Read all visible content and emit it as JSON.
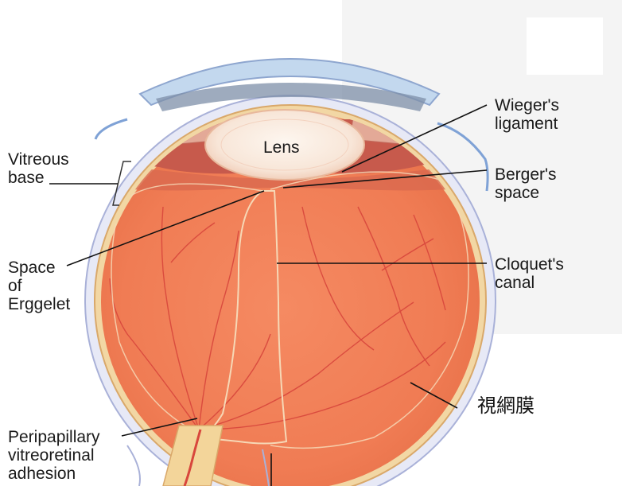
{
  "labels": {
    "vitreous_base": "Vitreous\nbase",
    "lens": "Lens",
    "wiegers_ligament": "Wieger's\nligament",
    "bergers_space": "Berger's\nspace",
    "space_of_erggelet": "Space\nof\nErggelet",
    "cloquets_canal": "Cloquet's\ncanal",
    "retina_cjk": "視網膜",
    "peripapillary": "Peripapillary\nvitreoretinal\nadhesion"
  },
  "colors": {
    "vitreous": "#f07c54",
    "ciliary": "#c75a4c",
    "sclera": "#e2e5f4",
    "cornea": "#b9d1ea",
    "lens": "#f7e6d9",
    "vessel": "#d8463c",
    "optic_nerve": "#f3d59a"
  }
}
